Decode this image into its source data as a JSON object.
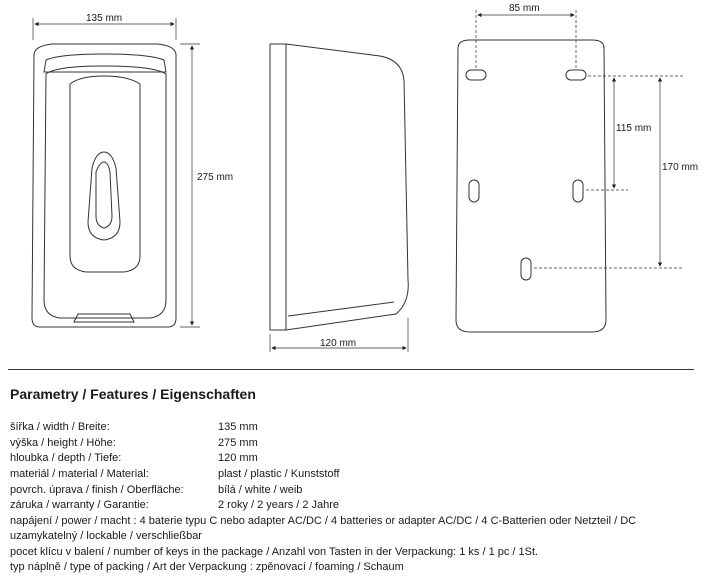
{
  "dimensions": {
    "front_width": "135 mm",
    "front_height": "275 mm",
    "side_depth": "120 mm",
    "back_hole_spacing": "85 mm",
    "back_115": "115 mm",
    "back_170": "170 mm"
  },
  "title": "Parametry / Features / Eigenschaften",
  "specs": [
    {
      "label": "šířka / width / Breite:",
      "value": "135 mm"
    },
    {
      "label": "výška / height / Höhe:",
      "value": "275 mm"
    },
    {
      "label": "hloubka / depth / Tiefe:",
      "value": "120 mm"
    },
    {
      "label": "materiál / material / Material:",
      "value": "plast / plastic / Kunststoff"
    },
    {
      "label": "povrch. úprava / finish / Oberfläche:",
      "value": "bílá / white / weib"
    },
    {
      "label": "záruka / warranty / Garantie:",
      "value": "2 roky / 2 years / 2 Jahre"
    }
  ],
  "extra_lines": [
    "napájení / power / macht : 4 baterie typu C nebo adapter AC/DC / 4 batteries or adapter AC/DC / 4 C-Batterien oder Netzteil / DC",
    "uzamykatelný / lockable / verschließbar",
    "pocet klícu v balení / number of keys in the package / Anzahl von Tasten in der Verpackung: 1 ks / 1 pc / 1St.",
    "typ náplně / type of packing / Art der Verpackung : zpěnovací / foaming / Schaum"
  ]
}
